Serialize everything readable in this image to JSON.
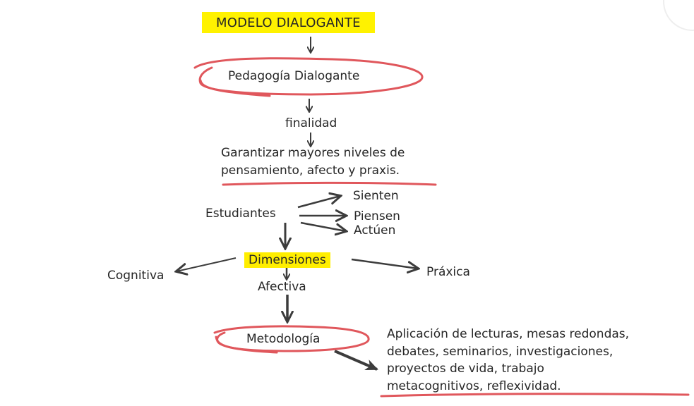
{
  "title": "MODELO DIALOGANTE",
  "nodes": {
    "pedagogia": "Pedagogía Dialogante",
    "finalidad": "finalidad",
    "garantizar_line1": "Garantizar mayores niveles de",
    "garantizar_line2": "pensamiento, afecto y praxis.",
    "estudiantes": "Estudiantes",
    "sienten": "Sienten",
    "piensen": "Piensen",
    "actuen": "Actúen",
    "dimensiones": "Dimensiones",
    "cognitiva": "Cognitiva",
    "afectiva": "Afectiva",
    "praxica": "Práxica",
    "metodologia": "Metodología",
    "aplicacion_line1": "Aplicación de lecturas, mesas redondas,",
    "aplicacion_line2": "debates, seminarios, investigaciones,",
    "aplicacion_line3": "proyectos de vida, trabajo",
    "aplicacion_line4": "metacognitivos, reflexividad."
  },
  "colors": {
    "highlight": "#fff200",
    "annotation_red": "#e0575c",
    "arrow": "#3c3c3c",
    "text": "#262626"
  }
}
